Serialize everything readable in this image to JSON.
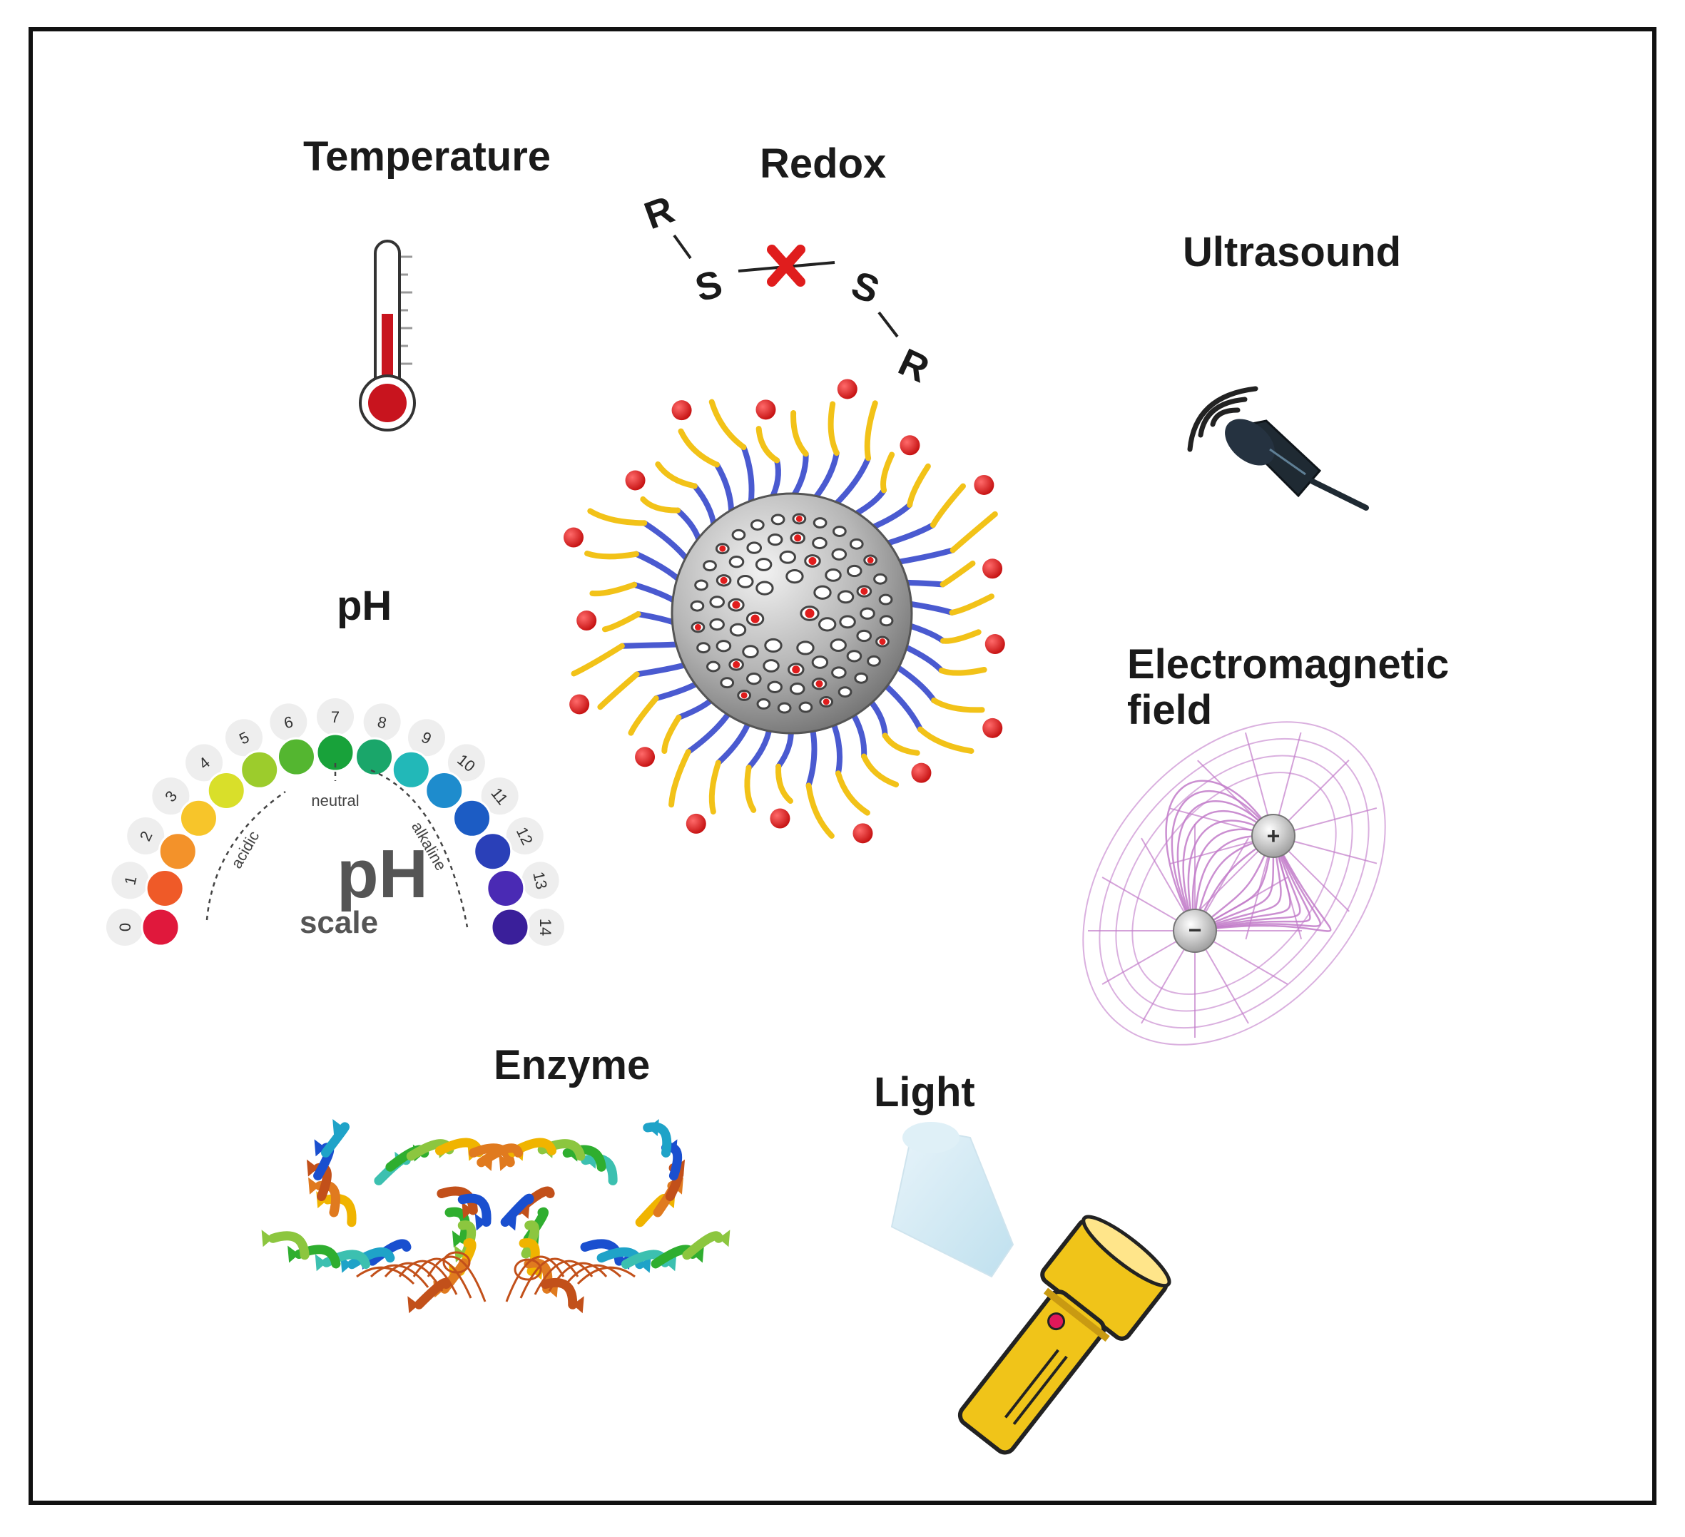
{
  "labels": {
    "temperature": "Temperature",
    "redox": "Redox",
    "ultrasound": "Ultrasound",
    "ph": "pH",
    "electromagnetic_line1": "Electromagnetic",
    "electromagnetic_line2": "field",
    "enzyme": "Enzyme",
    "light": "Light"
  },
  "redox": {
    "r1": "R",
    "s1": "S",
    "s2": "S",
    "r2": "R"
  },
  "ph_scale": {
    "title": "pH",
    "subtitle": "scale",
    "acidic": "acidic",
    "neutral": "neutral",
    "alkaline": "alkaline",
    "ticks": [
      "0",
      "1",
      "2",
      "3",
      "4",
      "5",
      "6",
      "7",
      "8",
      "9",
      "10",
      "11",
      "12",
      "13",
      "14"
    ],
    "colors": [
      "#e0183c",
      "#ef5a28",
      "#f3922a",
      "#f7c52a",
      "#d9df2a",
      "#9ccc2c",
      "#54b630",
      "#18a23a",
      "#1aa66a",
      "#22b8b8",
      "#1e8ccd",
      "#1c5cc4",
      "#2a40b8",
      "#4a2ab4",
      "#3a1f9a"
    ]
  },
  "em": {
    "minus": "−",
    "plus": "+"
  },
  "colors": {
    "frame": "#111111",
    "nanoparticle": "#b8b8b8",
    "payload": "#e01d1d",
    "thermometer": "#c8141e",
    "field_lines": "#c27bc9",
    "flashlight": "#f0c419"
  }
}
